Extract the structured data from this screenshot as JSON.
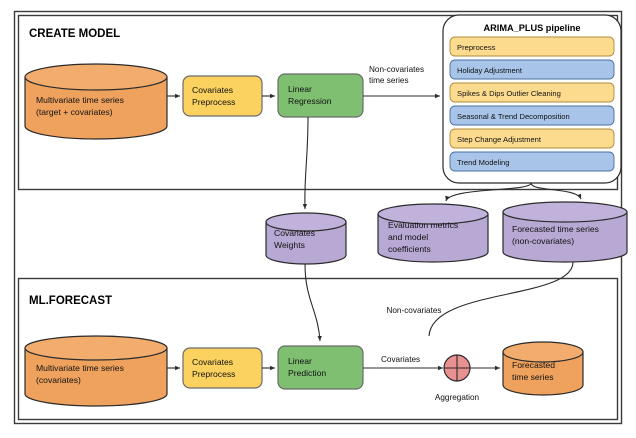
{
  "diagram": {
    "title_create_model": "CREATE MODEL",
    "title_ml_forecast": "ML.FORECAST"
  },
  "create_model": {
    "input_store": {
      "line1": "Multivariate time series",
      "line2": "(target + covariates)"
    },
    "preprocess_box": {
      "line1": "Covariates",
      "line2": "Preprocess"
    },
    "model_box": {
      "line1": "Linear",
      "line2": "Regression"
    },
    "edge_to_pipeline": {
      "line1": "Non-covariates",
      "line2": "time series"
    }
  },
  "pipeline": {
    "title": "ARIMA_PLUS pipeline",
    "stages": [
      {
        "label": "Preprocess",
        "color": "yellow"
      },
      {
        "label": "Holiday Adjustment",
        "color": "blue"
      },
      {
        "label": "Spikes & Dips Outlier Cleaning",
        "color": "yellow"
      },
      {
        "label": "Seasonal & Trend Decomposition",
        "color": "blue"
      },
      {
        "label": "Step Change Adjustment",
        "color": "yellow"
      },
      {
        "label": "Trend Modeling",
        "color": "blue"
      }
    ]
  },
  "artifacts": [
    {
      "name": "covariates-weights",
      "lines": [
        "Covariates",
        "Weights"
      ]
    },
    {
      "name": "evaluation-metrics",
      "lines": [
        "Evaluation metrics",
        "and model",
        "coefficients"
      ]
    },
    {
      "name": "forecasted-non-covariates",
      "lines": [
        "Forecasted time series",
        "(non-covariates)"
      ]
    }
  ],
  "ml_forecast": {
    "input_store": {
      "line1": "Multivariate time series",
      "line2": "(covariates)"
    },
    "preprocess_box": {
      "line1": "Covariates",
      "line2": "Preprocess"
    },
    "predict_box": {
      "line1": "Linear",
      "line2": "Prediction"
    },
    "edge_covariates": "Covariates",
    "edge_non_covariates": "Non-covariates",
    "aggregation_label": "Aggregation",
    "output_store": {
      "line1": "Forecasted",
      "line2": "time series"
    }
  },
  "colors": {
    "orange": "#efa25d",
    "purple": "#b8a8d4",
    "yellow_box": "#fbd25f",
    "green_box": "#7fbf72",
    "stage_yellow": "#fcdb8f",
    "stage_blue": "#a8c4e8",
    "aggregation": "#e8918f",
    "stroke": "#2b2b2b"
  }
}
